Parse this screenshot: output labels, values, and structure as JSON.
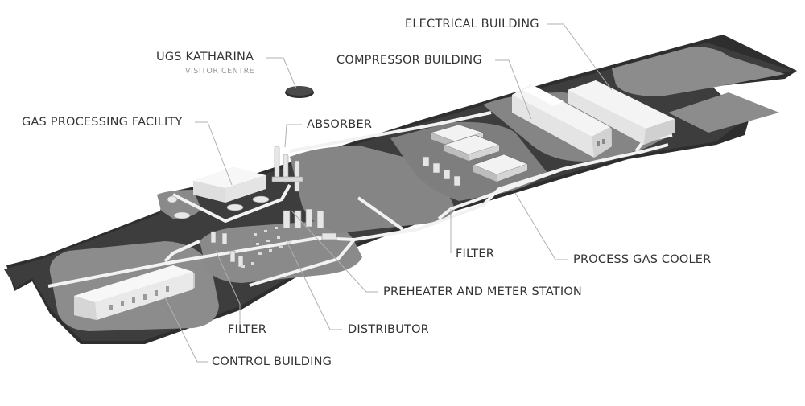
{
  "colors": {
    "ground": "#3b3b3b",
    "pad": "#8c8c8c",
    "road": "#f2f2f2",
    "building": "#f4f4f4",
    "building_shade": "#c9c9c9",
    "equipment": "#e6e6e6",
    "label_text": "#333333",
    "subtitle_text": "#9a9a9a",
    "leader_line": "#b0b0b0"
  },
  "labels": {
    "electrical_building": "ELECTRICAL BUILDING",
    "compressor_building": "COMPRESSOR BUILDING",
    "ugs_katharina": "UGS KATHARINA",
    "visitor_centre": "VISITOR CENTRE",
    "gas_processing_facility": "GAS PROCESSING FACILITY",
    "absorber": "ABSORBER",
    "filter_right": "FILTER",
    "process_gas_cooler": "PROCESS GAS COOLER",
    "preheater_meter_station": "PREHEATER AND METER STATION",
    "filter_left": "FILTER",
    "distributor": "DISTRIBUTOR",
    "control_building": "CONTROL BUILDING"
  }
}
